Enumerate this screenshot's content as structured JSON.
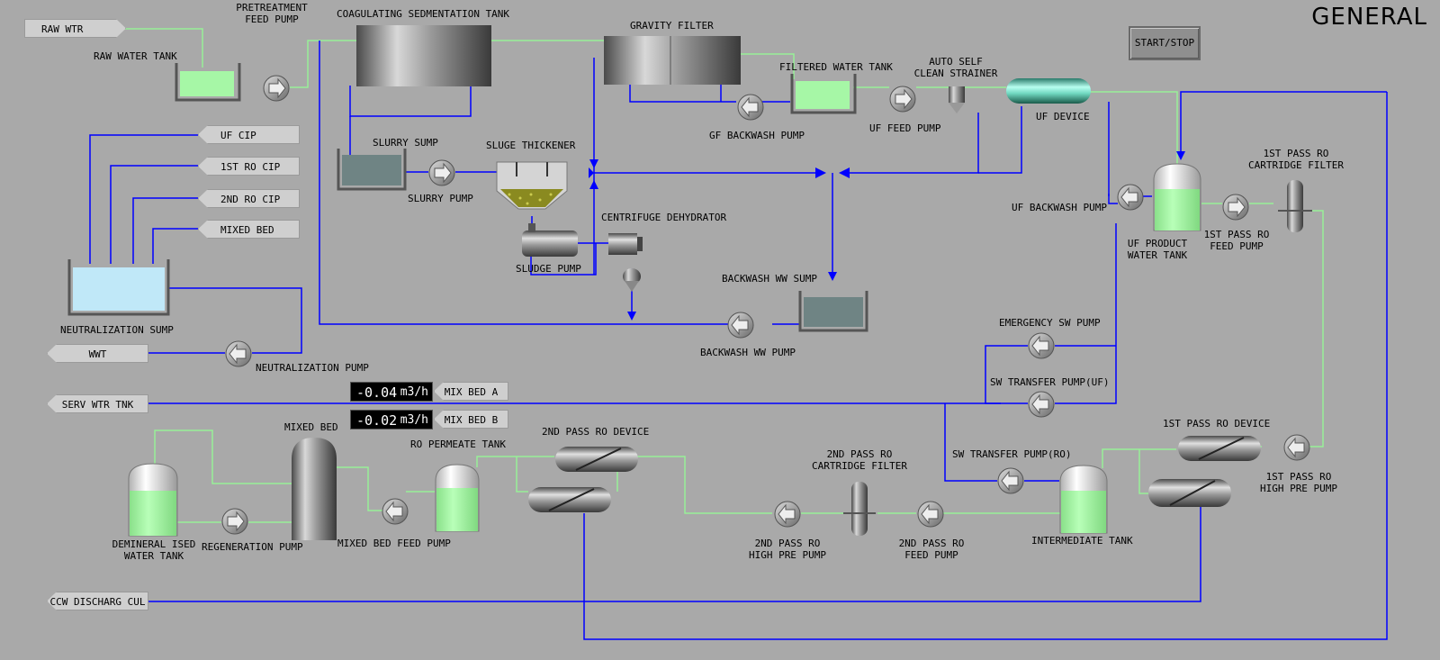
{
  "title": "GENERAL",
  "start_stop_button": "START/STOP",
  "tags": {
    "raw_wtr": "RAW WTR",
    "uf_cip": "UF CIP",
    "ro1_cip": "1ST RO CIP",
    "ro2_cip": "2ND RO CIP",
    "mixed_bed": "MIXED BED",
    "wwt": "WWT",
    "serv_wtr_tnk": "SERV WTR TNK",
    "mix_bed_a": "MIX BED A",
    "mix_bed_b": "MIX BED B",
    "ccw_discharg": "CCW DISCHARG CUL"
  },
  "flow_readouts": {
    "mix_bed_a_value": "-0.04",
    "mix_bed_b_value": "-0.02",
    "unit": "m3/h"
  },
  "labels": {
    "pretreatment_feed_pump": "PRETREATMENT\nFEED PUMP",
    "coagulating_tank": "COAGULATING SEDMENTATION TANK",
    "gravity_filter": "GRAVITY FILTER",
    "raw_water_tank": "RAW WATER TANK",
    "filtered_water_tank": "FILTERED WATER TANK",
    "auto_self_clean_strainer": "AUTO SELF\nCLEAN STRAINER",
    "uf_device": "UF DEVICE",
    "slurry_sump": "SLURRY SUMP",
    "sluge_thickener": "SLUGE THICKENER",
    "gf_backwash_pump": "GF BACKWASH PUMP",
    "uf_feed_pump": "UF FEED PUMP",
    "slurry_pump": "SLURRY PUMP",
    "ro1_cartridge_filter": "1ST PASS RO\nCARTRIDGE FILTER",
    "centrifuge_dehydrator": "CENTRIFUGE DEHYDRATOR",
    "uf_backwash_pump": "UF BACKWASH PUMP",
    "sludge_pump": "SLUDGE PUMP",
    "uf_product_water_tank": "UF PRODUCT\nWATER TANK",
    "ro1_feed_pump": "1ST PASS RO\nFEED PUMP",
    "backwash_ww_sump": "BACKWASH WW SUMP",
    "neutralization_sump": "NEUTRALIZATION SUMP",
    "emergency_sw_pump": "EMERGENCY SW PUMP",
    "backwash_ww_pump": "BACKWASH WW PUMP",
    "neutralization_pump": "NEUTRALIZATION PUMP",
    "sw_transfer_pump_uf": "SW TRANSFER PUMP(UF)",
    "mixed_bed": "MIXED BED",
    "ro2_device": "2ND PASS RO DEVICE",
    "ro1_device": "1ST PASS RO DEVICE",
    "ro_permeate_tank": "RO PERMEATE TANK",
    "ro2_cartridge_filter": "2ND PASS RO\nCARTRIDGE FILTER",
    "sw_transfer_pump_ro": "SW TRANSFER PUMP(RO)",
    "ro1_high_pre_pump": "1ST PASS RO\nHIGH PRE PUMP",
    "demineralised_water_tank": "DEMINERAL ISED\nWATER TANK",
    "regeneration_pump": "REGENERATION PUMP",
    "mixed_bed_feed_pump": "MIXED BED FEED PUMP",
    "ro2_high_pre_pump": "2ND PASS RO\nHIGH PRE PUMP",
    "ro2_feed_pump": "2ND PASS RO\nFEED PUMP",
    "intermediate_tank": "INTERMEDIATE TANK"
  },
  "colors": {
    "background": "#a9a9a9",
    "water_pipe": "#98f098",
    "waste_pipe": "#0000ff",
    "tank_water": "#a6f7a6",
    "sump_water": "#6f8484",
    "neutralization_water": "#c0e8f8"
  }
}
